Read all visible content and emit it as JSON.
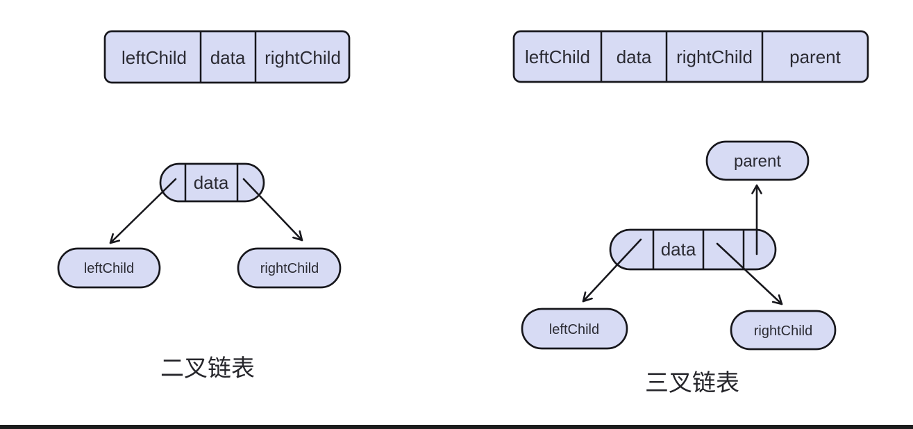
{
  "colors": {
    "node_fill": "#d7dbf4",
    "stroke": "#17171c",
    "label_text": "#2b2b33",
    "caption_text": "#26262b",
    "bottom_bar": "#1c1c1c"
  },
  "binary": {
    "record_cells": [
      "leftChild",
      "data",
      "rightChild"
    ],
    "data_label": "data",
    "left_child_label": "leftChild",
    "right_child_label": "rightChild",
    "caption": "二叉链表"
  },
  "ternary": {
    "record_cells": [
      "leftChild",
      "data",
      "rightChild",
      "parent"
    ],
    "data_label": "data",
    "parent_label": "parent",
    "left_child_label": "leftChild",
    "right_child_label": "rightChild",
    "caption": "三叉链表"
  }
}
